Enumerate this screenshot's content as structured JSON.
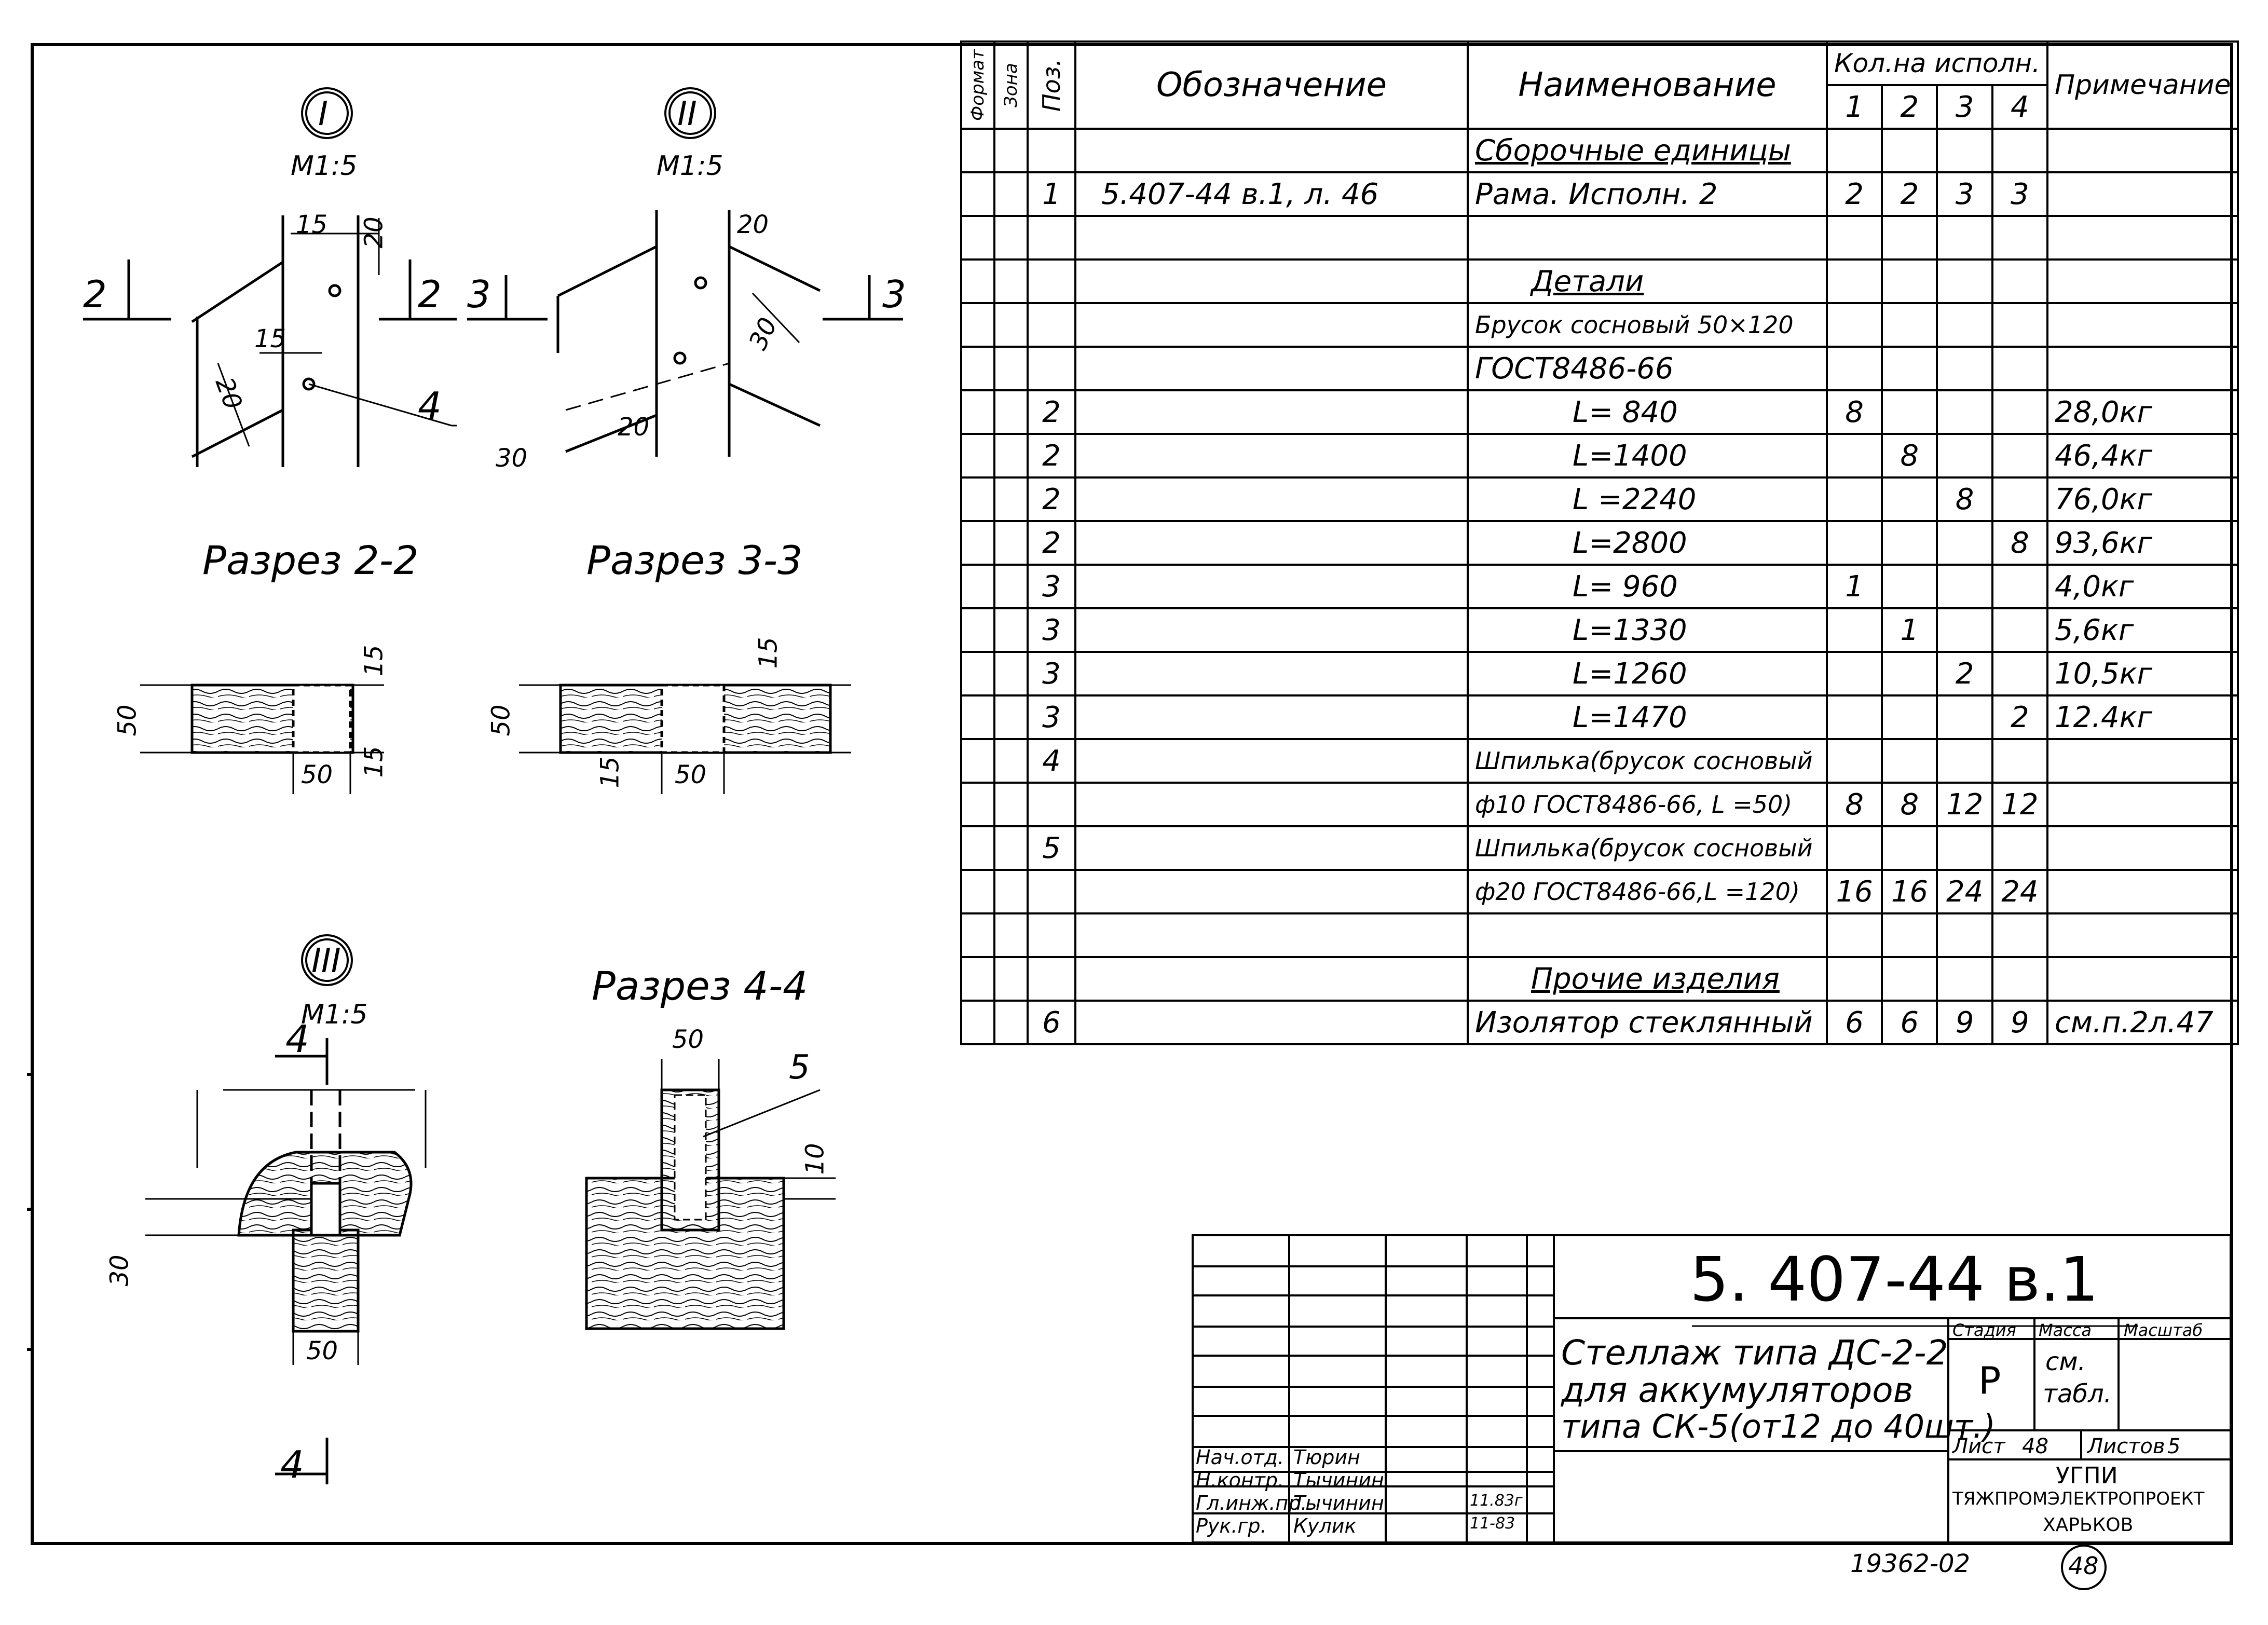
{
  "details": {
    "I": {
      "mark": "I",
      "scale": "М1:5"
    },
    "II": {
      "mark": "II",
      "scale": "М1:5"
    },
    "III": {
      "mark": "III",
      "scale": "М1:5"
    },
    "sec22": "Разрез 2-2",
    "sec33": "Разрез 3-3",
    "sec44": "Разрез 4-4",
    "dims": {
      "d15a": "15",
      "d20a": "20",
      "d15b": "15",
      "d20b": "20",
      "d4": "4",
      "d20c": "20",
      "d30a": "30",
      "d20d": "20",
      "d30b": "30",
      "s2": "2",
      "s3": "3",
      "s4": "4",
      "d50a": "50",
      "d15c": "15",
      "d15d": "15",
      "d50b": "50",
      "d50c": "50",
      "d15e": "15",
      "d15f": "15",
      "d50d": "50",
      "d50e": "50",
      "d5": "5",
      "d10": "10",
      "d30c": "30",
      "d50f": "50"
    }
  },
  "table": {
    "headers": {
      "format": "Формат",
      "zone": "Зона",
      "pos": "Поз.",
      "designation": "Обозначение",
      "name": "Наименование",
      "qty_group": "Кол.на исполн.",
      "q1": "1",
      "q2": "2",
      "q3": "3",
      "q4": "4",
      "note": "Примечание"
    },
    "rows": [
      {
        "pos": "",
        "des": "",
        "name": "Сборочные единицы",
        "q1": "",
        "q2": "",
        "q3": "",
        "q4": "",
        "note": "",
        "style": "section"
      },
      {
        "pos": "1",
        "des": "5.407-44 в.1, л. 46",
        "name": "Рама. Исполн. 2",
        "q1": "2",
        "q2": "2",
        "q3": "3",
        "q4": "3",
        "note": ""
      },
      {
        "pos": "",
        "des": "",
        "name": "",
        "q1": "",
        "q2": "",
        "q3": "",
        "q4": "",
        "note": ""
      },
      {
        "pos": "",
        "des": "",
        "name": "Детали",
        "q1": "",
        "q2": "",
        "q3": "",
        "q4": "",
        "note": "",
        "style": "section-center"
      },
      {
        "pos": "",
        "des": "",
        "name": "Брусок сосновый 50×120",
        "q1": "",
        "q2": "",
        "q3": "",
        "q4": "",
        "note": ""
      },
      {
        "pos": "",
        "des": "",
        "name": "ГОСТ8486-66",
        "q1": "",
        "q2": "",
        "q3": "",
        "q4": "",
        "note": ""
      },
      {
        "pos": "2",
        "des": "",
        "name": "L= 840",
        "q1": "8",
        "q2": "",
        "q3": "",
        "q4": "",
        "note": "28,0кг",
        "style": "indent"
      },
      {
        "pos": "2",
        "des": "",
        "name": "L=1400",
        "q1": "",
        "q2": "8",
        "q3": "",
        "q4": "",
        "note": "46,4кг",
        "style": "indent"
      },
      {
        "pos": "2",
        "des": "",
        "name": "L =2240",
        "q1": "",
        "q2": "",
        "q3": "8",
        "q4": "",
        "note": "76,0кг",
        "style": "indent"
      },
      {
        "pos": "2",
        "des": "",
        "name": "L=2800",
        "q1": "",
        "q2": "",
        "q3": "",
        "q4": "8",
        "note": "93,6кг",
        "style": "indent"
      },
      {
        "pos": "3",
        "des": "",
        "name": "L= 960",
        "q1": "1",
        "q2": "",
        "q3": "",
        "q4": "",
        "note": "4,0кг",
        "style": "indent"
      },
      {
        "pos": "3",
        "des": "",
        "name": "L=1330",
        "q1": "",
        "q2": "1",
        "q3": "",
        "q4": "",
        "note": "5,6кг",
        "style": "indent"
      },
      {
        "pos": "3",
        "des": "",
        "name": "L=1260",
        "q1": "",
        "q2": "",
        "q3": "2",
        "q4": "",
        "note": "10,5кг",
        "style": "indent"
      },
      {
        "pos": "3",
        "des": "",
        "name": "L=1470",
        "q1": "",
        "q2": "",
        "q3": "",
        "q4": "2",
        "note": "12.4кг",
        "style": "indent"
      },
      {
        "pos": "4",
        "des": "",
        "name": "Шпилька(брусок сосновый",
        "q1": "",
        "q2": "",
        "q3": "",
        "q4": "",
        "note": ""
      },
      {
        "pos": "",
        "des": "",
        "name": "ф10 ГОСТ8486-66, L =50)",
        "q1": "8",
        "q2": "8",
        "q3": "12",
        "q4": "12",
        "note": ""
      },
      {
        "pos": "5",
        "des": "",
        "name": "Шпилька(брусок сосновый",
        "q1": "",
        "q2": "",
        "q3": "",
        "q4": "",
        "note": ""
      },
      {
        "pos": "",
        "des": "",
        "name": "ф20 ГОСТ8486-66,L =120)",
        "q1": "16",
        "q2": "16",
        "q3": "24",
        "q4": "24",
        "note": ""
      },
      {
        "pos": "",
        "des": "",
        "name": "",
        "q1": "",
        "q2": "",
        "q3": "",
        "q4": "",
        "note": ""
      },
      {
        "pos": "",
        "des": "",
        "name": "Прочие изделия",
        "q1": "",
        "q2": "",
        "q3": "",
        "q4": "",
        "note": "",
        "style": "section-center"
      },
      {
        "pos": "6",
        "des": "",
        "name": "Изолятор стеклянный",
        "q1": "6",
        "q2": "6",
        "q3": "9",
        "q4": "9",
        "note": "см.п.2л.47"
      }
    ]
  },
  "title_block": {
    "doc_number": "5. 407-44 в.1",
    "title_line1": "Стеллаж типа ДС-2-2",
    "title_line2": "для аккумуляторов",
    "title_line3": "типа СК-5(от12 до 40шт.)",
    "stage_label": "Стадия",
    "mass_label": "Масса",
    "scale_label": "Масштаб",
    "stage": "Р",
    "mass_line1": "см.",
    "mass_line2": "табл.",
    "sheet_label": "Лист",
    "sheet": "48",
    "sheets_label": "Листов",
    "sheets": "5",
    "org1": "УГПИ",
    "org2": "ТЯЖПРОМЭЛЕКТРОПРОЕКТ",
    "org3": "ХАРЬКОВ",
    "signers": [
      {
        "role": "Нач.отд.",
        "name": "Тюрин",
        "date": ""
      },
      {
        "role": "Н.контр.",
        "name": "Тычинин",
        "date": ""
      },
      {
        "role": "Гл.инж.пр.",
        "name": "Тычинин",
        "date": "11.83г"
      },
      {
        "role": "Рук.гр.",
        "name": "Кулик",
        "date": "11-83"
      }
    ]
  },
  "footer": {
    "archive": "19362-02",
    "page": "48"
  }
}
